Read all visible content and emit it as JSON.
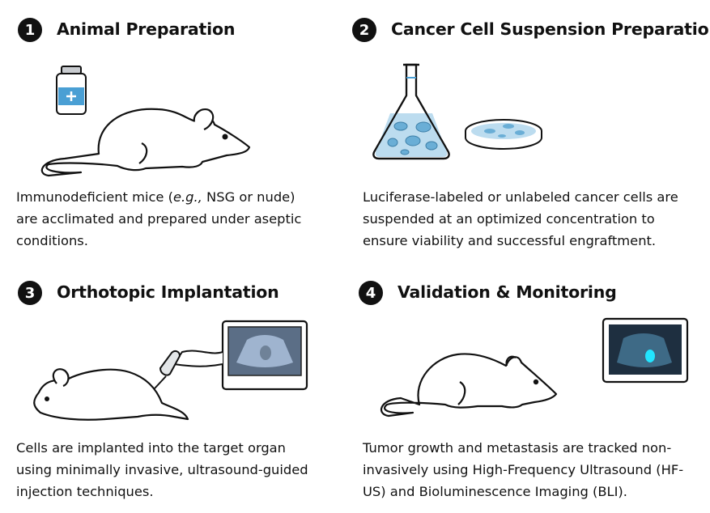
{
  "steps": [
    {
      "number": "1",
      "title": "Animal Preparation",
      "lines": [
        {
          "a": "Immunodeficient mice (",
          "i": "e.g.,",
          "b": " NSG or nude)"
        },
        "are acclimated and prepared under aseptic",
        "conditions."
      ]
    },
    {
      "number": "2",
      "title": "Cancer Cell Suspension Preparation",
      "lines": [
        "Luciferase-labeled or unlabeled cancer cells are",
        "suspended at an optimized concentration to",
        "ensure viability and successful engraftment."
      ]
    },
    {
      "number": "3",
      "title": "Orthotopic Implantation",
      "lines": [
        "Cells are implanted into the target organ",
        "using minimally invasive, ultrasound-guided",
        "injection techniques."
      ]
    },
    {
      "number": "4",
      "title": "Validation & Monitoring",
      "lines": [
        "Tumor growth and metastasis are tracked non-",
        "invasively using High-Frequency Ultrasound (HF-",
        "US) and Bioluminescence Imaging (BLI)."
      ]
    }
  ],
  "colors": {
    "vial_label": "#4a9fd4",
    "liquid": "#bcdcef",
    "cells": "#6aaed6",
    "us_screen": "#5b6e86",
    "bli_screen": "#1e2f40",
    "bli_signal": "#22e5ff"
  }
}
